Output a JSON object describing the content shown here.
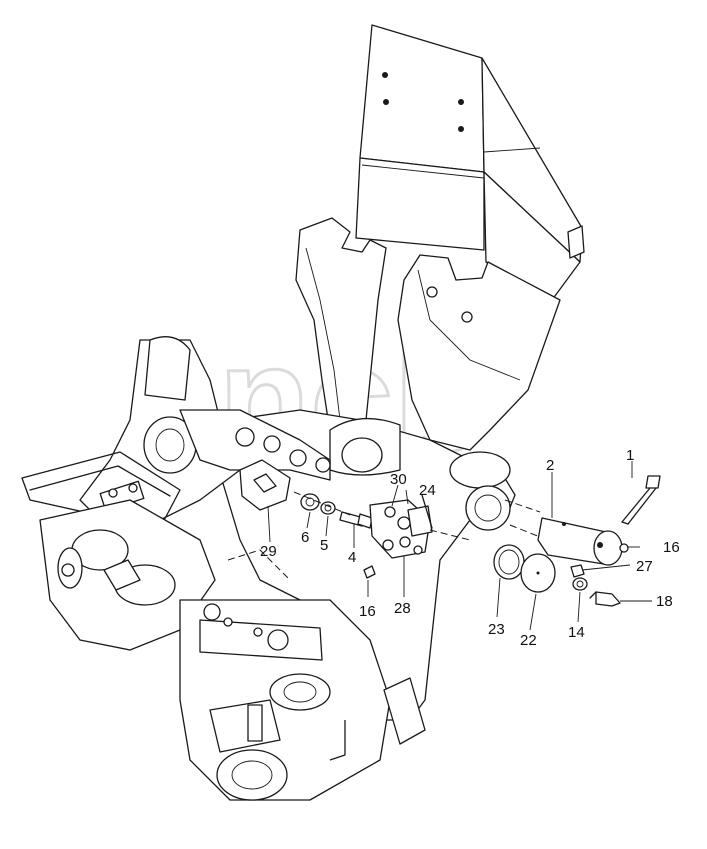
{
  "watermark": {
    "text": "ancb",
    "trademark": "™"
  },
  "parts": [
    {
      "id": "label-1",
      "label": "1"
    },
    {
      "id": "label-2",
      "label": "2"
    },
    {
      "id": "label-4",
      "label": "4"
    },
    {
      "id": "label-5",
      "label": "5"
    },
    {
      "id": "label-6",
      "label": "6"
    },
    {
      "id": "label-14",
      "label": "14"
    },
    {
      "id": "label-16a",
      "label": "16"
    },
    {
      "id": "label-16b",
      "label": "16"
    },
    {
      "id": "label-18",
      "label": "18"
    },
    {
      "id": "label-22",
      "label": "22"
    },
    {
      "id": "label-23",
      "label": "23"
    },
    {
      "id": "label-24",
      "label": "24"
    },
    {
      "id": "label-27",
      "label": "27"
    },
    {
      "id": "label-28",
      "label": "28"
    },
    {
      "id": "label-29",
      "label": "29"
    },
    {
      "id": "label-30",
      "label": "30"
    }
  ]
}
